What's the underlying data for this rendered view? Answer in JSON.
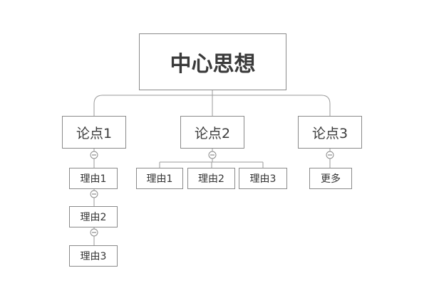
{
  "diagram": {
    "root": "中心思想",
    "points": [
      {
        "label": "论点1",
        "children": [
          "理由1",
          "理由2",
          "理由3"
        ]
      },
      {
        "label": "论点2",
        "children": [
          "理由1",
          "理由2",
          "理由3"
        ]
      },
      {
        "label": "论点3",
        "children": [
          "更多"
        ]
      }
    ],
    "collapse_icon": "minus-circle-icon",
    "colors": {
      "border": "#8a8a8a",
      "connector": "#9a9a9a",
      "text": "#333333"
    }
  }
}
